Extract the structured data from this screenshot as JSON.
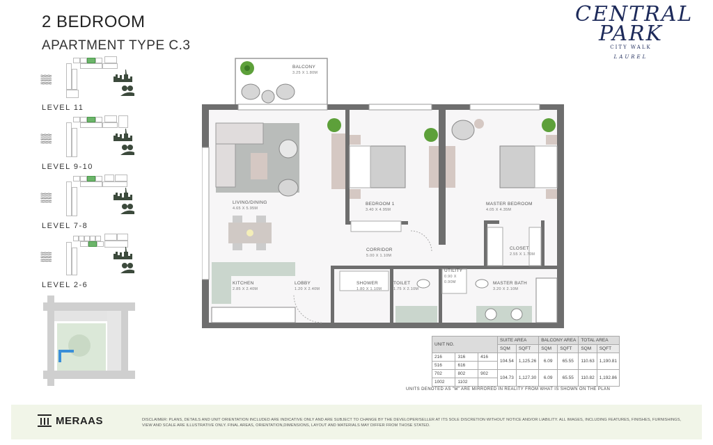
{
  "header": {
    "title": "2 BEDROOM",
    "subtitle": "APARTMENT TYPE C.3"
  },
  "brand_logo": {
    "line1": "CENTRAL",
    "line2": "PARK",
    "line3": "CITY WALK",
    "line4": "LAUREL",
    "color": "#1d2a5a"
  },
  "levels": [
    {
      "label": "LEVEL  11"
    },
    {
      "label": "LEVEL  9-10"
    },
    {
      "label": "LEVEL  7-8"
    },
    {
      "label": "LEVEL  2-6"
    }
  ],
  "highlight_color": "#6cb56a",
  "site_highlight_color": "#3a8fd8",
  "rooms": {
    "balcony": {
      "name": "BALCONY",
      "dim": "3.25 X 1.80M"
    },
    "living": {
      "name": "LIVING/DINING",
      "dim": "4.65 X 5.95M"
    },
    "bedroom1": {
      "name": "BEDROOM 1",
      "dim": "3.40 X 4.95M"
    },
    "master": {
      "name": "MASTER BEDROOM",
      "dim": "4.05 X 4.35M"
    },
    "corridor": {
      "name": "CORRIDOR",
      "dim": "5.00 X 1.10M"
    },
    "closet": {
      "name": "CLOSET",
      "dim": "2.55 X 1.70M"
    },
    "utility": {
      "name": "UTILITY",
      "dim": "0.90 X 0.90M"
    },
    "kitchen": {
      "name": "KITCHEN",
      "dim": "2.85 X 2.40M"
    },
    "lobby": {
      "name": "LOBBY",
      "dim": "1.20 X 2.40M"
    },
    "shower": {
      "name": "SHOWER",
      "dim": "1.80 X 1.10M"
    },
    "toilet": {
      "name": "TOILET",
      "dim": "1.75 X 2.10M"
    },
    "master_bath": {
      "name": "MASTER BATH",
      "dim": "3.20 X 2.10M"
    }
  },
  "area_table": {
    "headers": {
      "unit_no": "UNIT NO.",
      "suite": "SUITE AREA",
      "balcony": "BALCONY AREA",
      "total": "TOTAL AREA",
      "sqm": "SQM",
      "sqft": "SQFT"
    },
    "groups": [
      {
        "units": [
          [
            "216",
            "316",
            "416"
          ],
          [
            "516",
            "616",
            ""
          ]
        ],
        "suite_sqm": "104.54",
        "suite_sqft": "1,125.26",
        "balcony_sqm": "6.09",
        "balcony_sqft": "65.55",
        "total_sqm": "110.63",
        "total_sqft": "1,190.81"
      },
      {
        "units": [
          [
            "702",
            "802",
            "902"
          ],
          [
            "1002",
            "1102",
            ""
          ]
        ],
        "suite_sqm": "104.73",
        "suite_sqft": "1,127.30",
        "balcony_sqm": "6.09",
        "balcony_sqft": "65.55",
        "total_sqm": "110.82",
        "total_sqft": "1,192.86"
      }
    ]
  },
  "mirror_note": "UNITS DENOTED AS \"M\" ARE MIRRORED IN REALITY FROM WHAT IS SHOWN ON THE PLAN",
  "footer": {
    "brand": "MERAAS",
    "disclaimer": "DISCLAIMER: PLANS, DETAILS AND UNIT ORIENTATION INCLUDED ARE INDICATIVE ONLY AND ARE SUBJECT TO CHANGE BY THE DEVELOPER/SELLER AT ITS SOLE DISCRETION WITHOUT NOTICE AND/OR LIABILITY. ALL IMAGES, INCLUDING FEATURES, FINISHES, FURNISHINGS, VIEW AND SCALE ARE ILLUSTRATIVE ONLY. FINAL AREAS, ORIENTATION,DIMENSIONS, LAYOUT AND MATERIALS MAY DIFFER FROM THOSE STATED."
  }
}
